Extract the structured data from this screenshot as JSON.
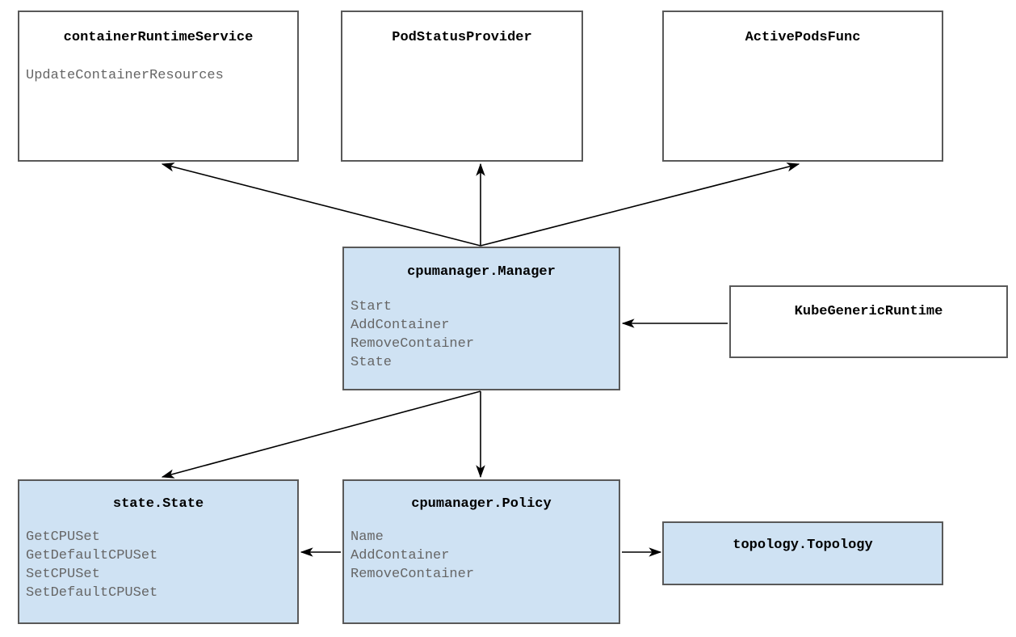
{
  "diagram": {
    "type": "uml-class-diagram",
    "colors": {
      "node_fill_highlight": "#cfe2f3",
      "node_fill_plain": "#ffffff",
      "node_border": "#595959",
      "member_text": "#666666",
      "title_text": "#000000",
      "edge": "#000000",
      "canvas": "#ffffff"
    },
    "nodes": [
      {
        "id": "containerRuntimeService",
        "title": "containerRuntimeService",
        "members": [
          "UpdateContainerResources"
        ],
        "highlighted": false
      },
      {
        "id": "PodStatusProvider",
        "title": "PodStatusProvider",
        "members": [],
        "highlighted": false
      },
      {
        "id": "ActivePodsFunc",
        "title": "ActivePodsFunc",
        "members": [],
        "highlighted": false
      },
      {
        "id": "cpumanager.Manager",
        "title": "cpumanager.Manager",
        "members": [
          "Start",
          "AddContainer",
          "RemoveContainer",
          "State"
        ],
        "highlighted": true
      },
      {
        "id": "KubeGenericRuntime",
        "title": "KubeGenericRuntime",
        "members": [],
        "highlighted": false
      },
      {
        "id": "state.State",
        "title": "state.State",
        "members": [
          "GetCPUSet",
          "GetDefaultCPUSet",
          "SetCPUSet",
          "SetDefaultCPUSet"
        ],
        "highlighted": true
      },
      {
        "id": "cpumanager.Policy",
        "title": "cpumanager.Policy",
        "members": [
          "Name",
          "AddContainer",
          "RemoveContainer"
        ],
        "highlighted": true
      },
      {
        "id": "topology.Topology",
        "title": "topology.Topology",
        "members": [],
        "highlighted": true
      }
    ],
    "edges": [
      {
        "from": "cpumanager.Manager",
        "to": "containerRuntimeService",
        "style": "solid-arrow"
      },
      {
        "from": "cpumanager.Manager",
        "to": "PodStatusProvider",
        "style": "solid-arrow"
      },
      {
        "from": "cpumanager.Manager",
        "to": "ActivePodsFunc",
        "style": "solid-arrow"
      },
      {
        "from": "cpumanager.Manager",
        "to": "state.State",
        "style": "solid-arrow"
      },
      {
        "from": "cpumanager.Manager",
        "to": "cpumanager.Policy",
        "style": "solid-arrow"
      },
      {
        "from": "KubeGenericRuntime",
        "to": "cpumanager.Manager",
        "style": "solid-arrow"
      },
      {
        "from": "cpumanager.Policy",
        "to": "state.State",
        "style": "solid-arrow"
      },
      {
        "from": "cpumanager.Policy",
        "to": "topology.Topology",
        "style": "solid-arrow"
      }
    ]
  }
}
